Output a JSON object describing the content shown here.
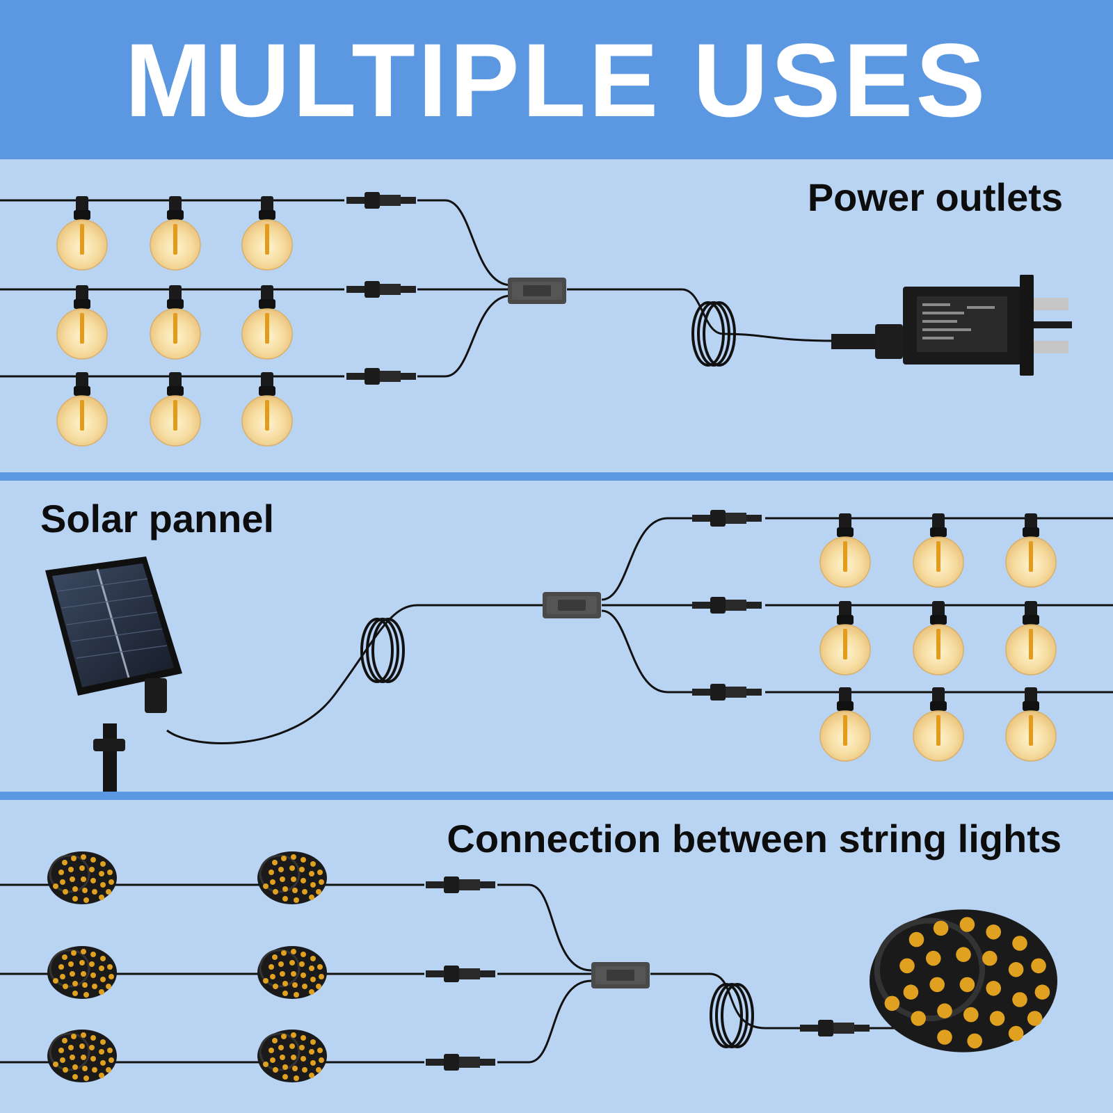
{
  "header": {
    "title": "MULTIPLE USES"
  },
  "sections": [
    {
      "label": "Power outlets"
    },
    {
      "label": "Solar pannel"
    },
    {
      "label": "Connection between string lights"
    }
  ],
  "colors": {
    "header_bg": "#5c98e2",
    "panel_bg": "#b9d3f2",
    "cable": "#111111",
    "bulb_glow": "#f3c46a",
    "led_amber": "#e0a020"
  },
  "icons": [
    "globe-bulb-icon",
    "cable-connector-icon",
    "splitter-box-icon",
    "coiled-cable-icon",
    "power-adapter-icon",
    "solar-panel-icon",
    "led-string-bundle-icon"
  ]
}
